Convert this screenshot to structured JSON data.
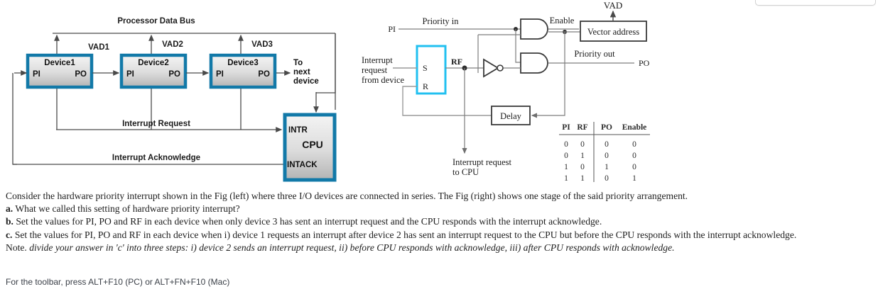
{
  "figure_left": {
    "title": "Processor Data Bus",
    "vad_labels": [
      "VAD1",
      "VAD2",
      "VAD3"
    ],
    "devices": [
      {
        "name": "Device1",
        "pi": "PI",
        "po": "PO"
      },
      {
        "name": "Device2",
        "pi": "PI",
        "po": "PO"
      },
      {
        "name": "Device3",
        "pi": "PI",
        "po": "PO"
      }
    ],
    "to_next_device": [
      "To",
      "next",
      "device"
    ],
    "interrupt_request_label": "Interrupt Request",
    "interrupt_acknowledge_label": "Interrupt Acknowledge",
    "cpu": {
      "name": "CPU",
      "intr": "INTR",
      "intack": "INTACK"
    },
    "colors": {
      "box_border": "#1279a8",
      "box_fill_top": "#f2f2f2",
      "box_fill_bottom": "#b9b9b9",
      "wire": "#4a4a4a"
    }
  },
  "figure_right": {
    "pi_label": "PI",
    "priority_in_label": "Priority in",
    "enable_label": "Enable",
    "vad_label": "VAD",
    "vector_address_label": "Vector address",
    "priority_out_label": "Priority out",
    "po_label": "PO",
    "rf_label": "RF",
    "flipflop": {
      "s": "S",
      "r": "R"
    },
    "interrupt_request_from_device": [
      "Interrupt",
      "request",
      "from device"
    ],
    "delay_label": "Delay",
    "interrupt_request_to_cpu": [
      "Interrupt request",
      "to CPU"
    ],
    "colors": {
      "flipflop_border": "#22c0f0",
      "wire": "#8a8a8a",
      "gate": "#3a3a3a"
    },
    "truth_table": {
      "headers": [
        "PI",
        "RF",
        "PO",
        "Enable"
      ],
      "rows": [
        [
          "0",
          "0",
          "0",
          "0"
        ],
        [
          "0",
          "1",
          "0",
          "0"
        ],
        [
          "1",
          "0",
          "1",
          "0"
        ],
        [
          "1",
          "1",
          "0",
          "1"
        ]
      ]
    }
  },
  "prose": {
    "intro": "Consider the hardware priority interrupt shown in the Fig (left) where three I/O devices are connected in series. The Fig (right) shows one stage of the said priority arrangement.",
    "item_a_label": "a.",
    "item_a_text": " What we called this setting of hardware priority interrupt?",
    "item_b_label": "b.",
    "item_b_text": " Set the values for PI, PO and RF in each device when only device 3 has sent an interrupt request and the CPU responds with the interrupt acknowledge.",
    "item_c_label": "c.",
    "item_c_text": " Set the values for PI, PO and RF in each device when i) device 1 requests an interrupt after device 2 has sent an interrupt request to the CPU but before the CPU responds with the interrupt acknowledge.",
    "note_label": "Note.",
    "note_text": " divide your answer in 'c' into three steps: i) device 2 sends an interrupt request, ii) before CPU responds with acknowledge, iii) after CPU responds with acknowledge.",
    "toolbar_hint": "For the toolbar, press ALT+F10 (PC) or ALT+FN+F10 (Mac)"
  }
}
